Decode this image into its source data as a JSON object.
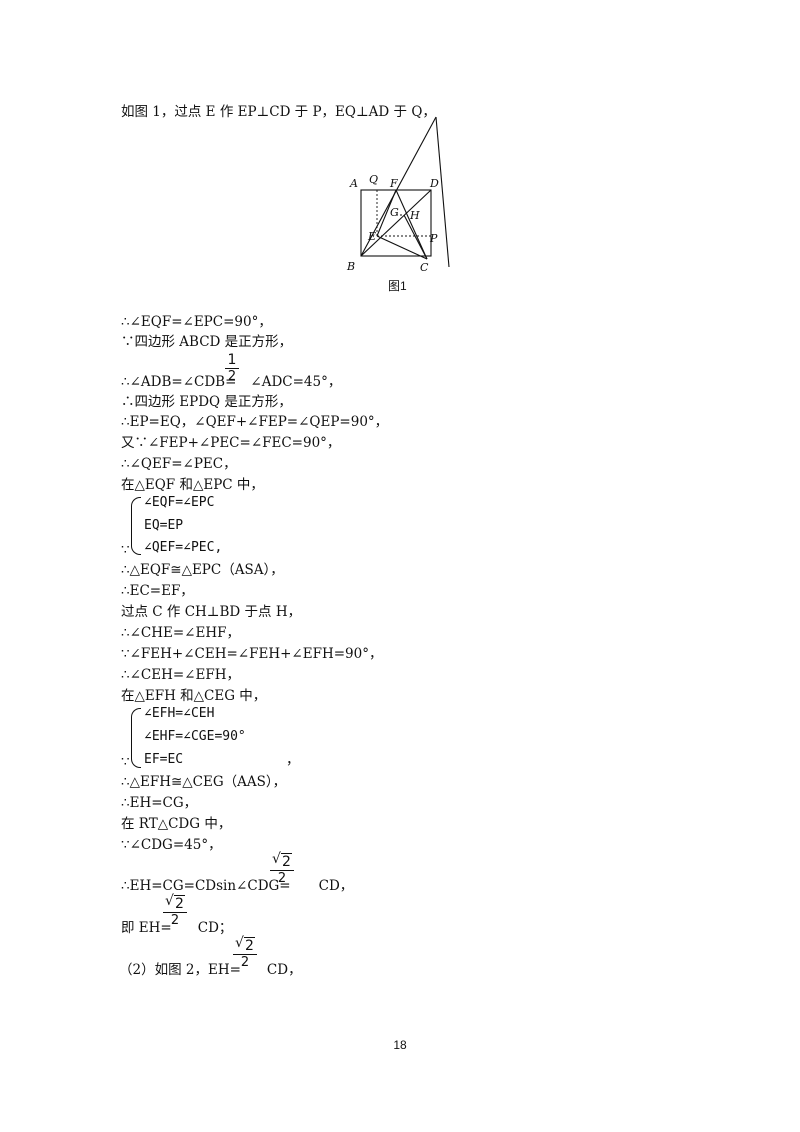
{
  "lines": {
    "l1": "如图 1，过点 E 作 EP⊥CD 于 P，EQ⊥AD 于 Q，",
    "l2": "∴∠EQF=∠EPC=90°，",
    "l3": "∵四边形 ABCD 是正方形，",
    "l4a": "∴∠ADB=∠CDB=",
    "l4b": "∠ADC=45°，",
    "l5": "∴四边形 EPDQ 是正方形，",
    "l6": "∴EP=EQ，∠QEF+∠FEP=∠QEP=90°，",
    "l7": "又∵∠FEP+∠PEC=∠FEC=90°，",
    "l8": "∴∠QEF=∠PEC，",
    "l9": "在△EQF 和△EPC 中，",
    "l13": "∴△EQF≅△EPC（ASA），",
    "l14": "∴EC=EF，",
    "l15": "过点 C 作 CH⊥BD 于点 H，",
    "l16": "∴∠CHE=∠EHF，",
    "l17": "∵∠FEH+∠CEH=∠FEH+∠EFH=90°，",
    "l18": "∴∠CEH=∠EFH，",
    "l19": "在△EFH 和△CEG 中，",
    "l23": "∴△EFH≅△CEG（AAS），",
    "l24": "∴EH=CG，",
    "l25": "在 RT△CDG 中，",
    "l26": "∵∠CDG=45°，",
    "l27a": "∴EH=CG=CDsin∠CDG=",
    "l27b": "CD，",
    "l28a": "即 EH=",
    "l28b": "CD；",
    "l29a": "（2）如图 2，EH=",
    "l29b": "CD，"
  },
  "system1": {
    "row1": "∠EQF=∠EPC",
    "row2": "EQ=EP",
    "row3": "∠QEF=∠PEC,",
    "because": "∵"
  },
  "system2": {
    "row1": "∠EFH=∠CEH",
    "row2": "∠EHF=∠CGE=90°",
    "row3": "EF=EC",
    "trail": "，",
    "because": "∵"
  },
  "fractions": {
    "half_num": "1",
    "half_den": "2",
    "sqrt2_radicand": "2",
    "sqrt2_den": "2"
  },
  "figure": {
    "caption": "图1",
    "labels": {
      "A": "A",
      "B": "B",
      "C": "C",
      "D": "D",
      "Q": "Q",
      "F": "F",
      "G": "G",
      "H": "H",
      "E": "E",
      "P": "P"
    }
  },
  "page_number": "18"
}
